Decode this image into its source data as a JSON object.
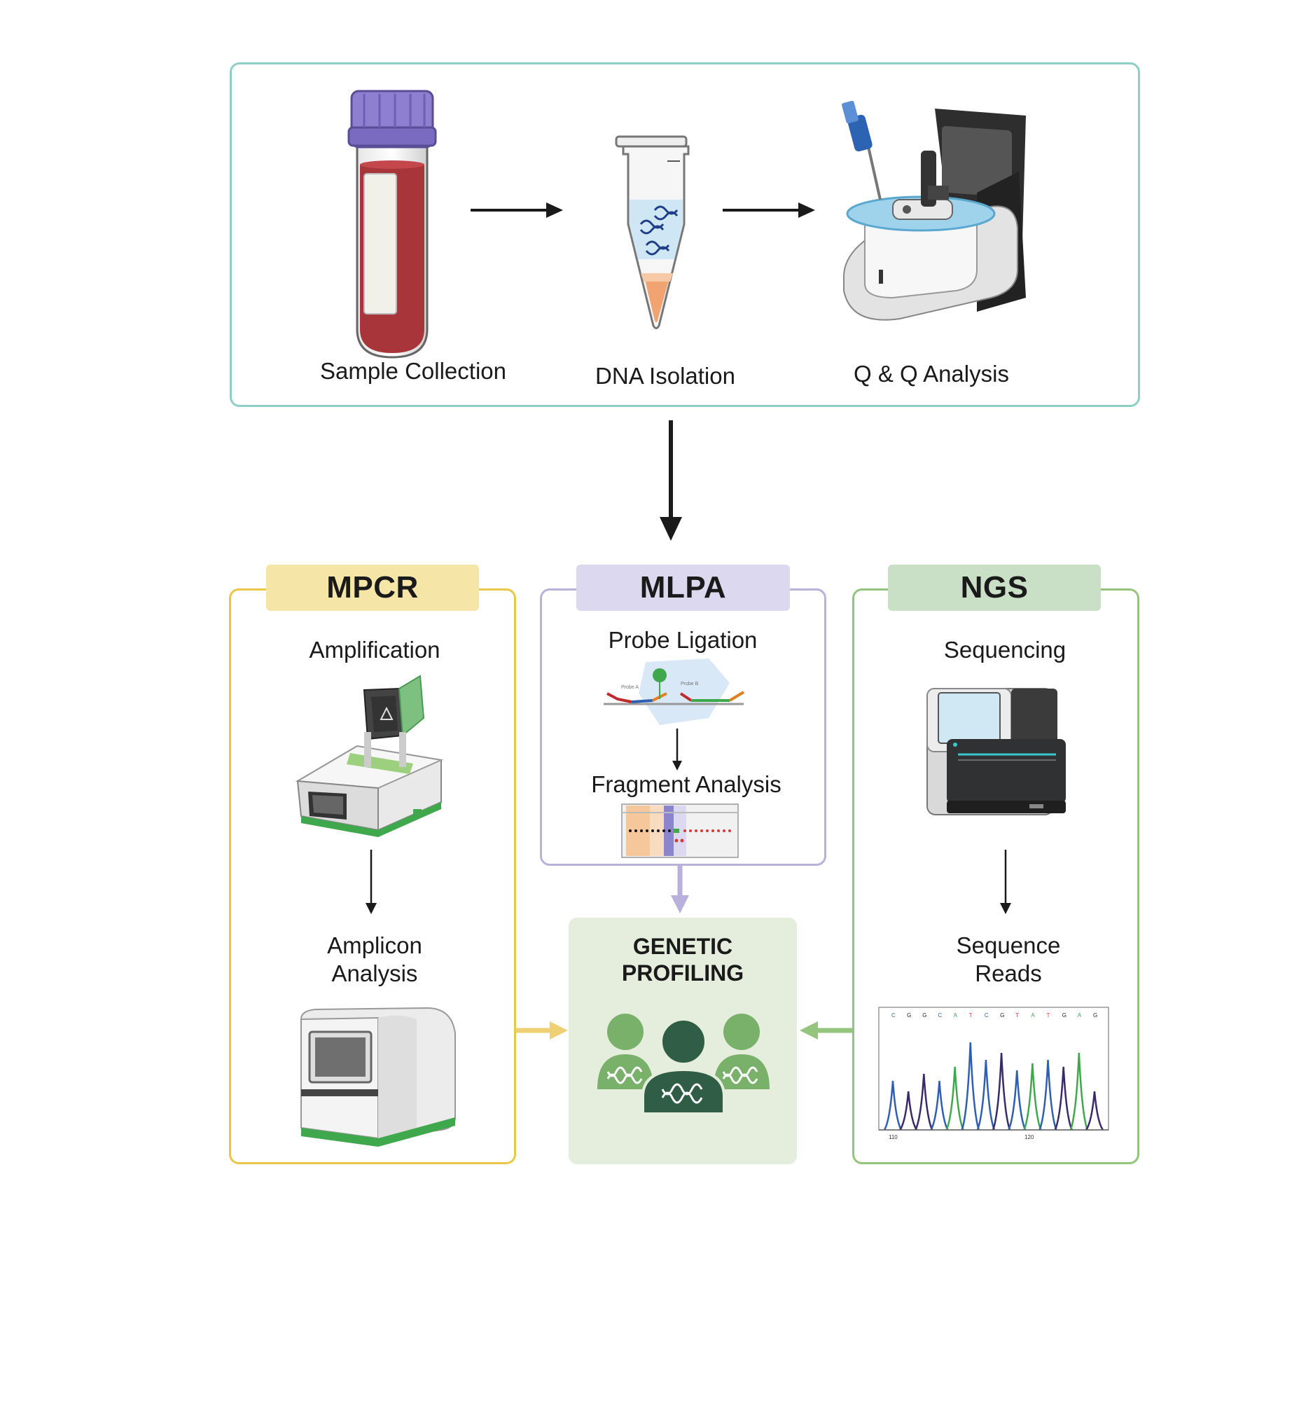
{
  "top_workflow": {
    "steps": [
      {
        "label": "Sample Collection"
      },
      {
        "label": "DNA Isolation"
      },
      {
        "label": "Q & Q Analysis"
      }
    ]
  },
  "mpcr": {
    "title": "MPCR",
    "step1": "Amplification",
    "step2_line1": "Amplicon",
    "step2_line2": "Analysis",
    "color": "#e8c74a",
    "tab_color": "#f5e6a8"
  },
  "mlpa": {
    "title": "MLPA",
    "step1": "Probe Ligation",
    "step2": "Fragment Analysis",
    "probe_a": "Probe A",
    "probe_b": "Probe B",
    "color": "#b9b0dc",
    "tab_color": "#dcd8ef"
  },
  "ngs": {
    "title": "NGS",
    "step1": "Sequencing",
    "step2_line1": "Sequence",
    "step2_line2": "Reads",
    "bases": [
      "C",
      "G",
      "G",
      "C",
      "A",
      "T",
      "C",
      "G",
      "T",
      "A",
      "T",
      "G",
      "A",
      "G"
    ],
    "tick_labels": [
      "110",
      "120"
    ],
    "color": "#95c47c",
    "tab_color": "#c9dfc6"
  },
  "genetic_profiling": {
    "line1": "GENETIC",
    "line2": "PROFILING",
    "bg_color": "#e5eddc"
  }
}
